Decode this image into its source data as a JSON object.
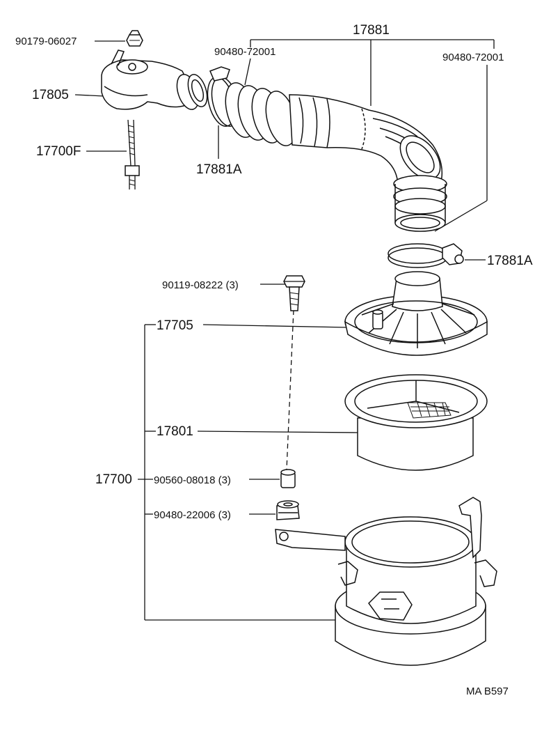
{
  "diagram": {
    "labels": {
      "p90179": "90179-06027",
      "p17881": "17881",
      "p90480a": "90480-72001",
      "p90480b": "90480-72001",
      "p17805": "17805",
      "p17700F": "17700F",
      "p17881A_left": "17881A",
      "p17881A_right": "17881A",
      "p90119": "90119-08222 (3)",
      "p17705": "17705",
      "p17801": "17801",
      "p17700": "17700",
      "p90560": "90560-08018 (3)",
      "p90480c": "90480-22006 (3)",
      "ref": "MA  B597"
    }
  }
}
